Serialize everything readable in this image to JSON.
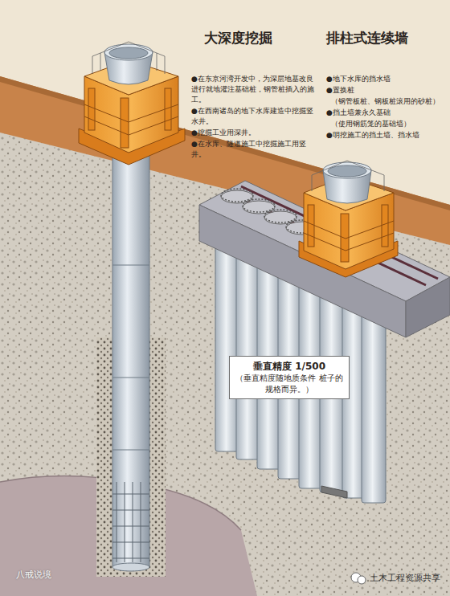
{
  "diagram": {
    "nodes": [
      {
        "text": [
          "垂直精度 1/500",
          "（垂直精度随地质条件 桩子的规格而异。）"
        ]
      }
    ],
    "labels": [
      "大深度挖掘",
      "排柱式连续墙",
      "●在东京河湾开发中，为深层地基改良进行就地灌注基础桩，钢管桩插入的施工。",
      "●在西南诸岛的地下水库建造中挖掘竖水井。",
      "●挖掘工业用深井。",
      "●在水库、隧道施工中挖掘施工用竖井。",
      "●地下水库的挡水墙",
      "●置换桩",
      "（钢管板桩、钢板桩滚用的砂桩）",
      "●挡土墙兼永久基础",
      "（使用钢筋笼的基础墙）",
      "●明挖施工的挡土墙、挡水墙",
      "八戒说境",
      "土木工程资源共享"
    ]
  }
}
